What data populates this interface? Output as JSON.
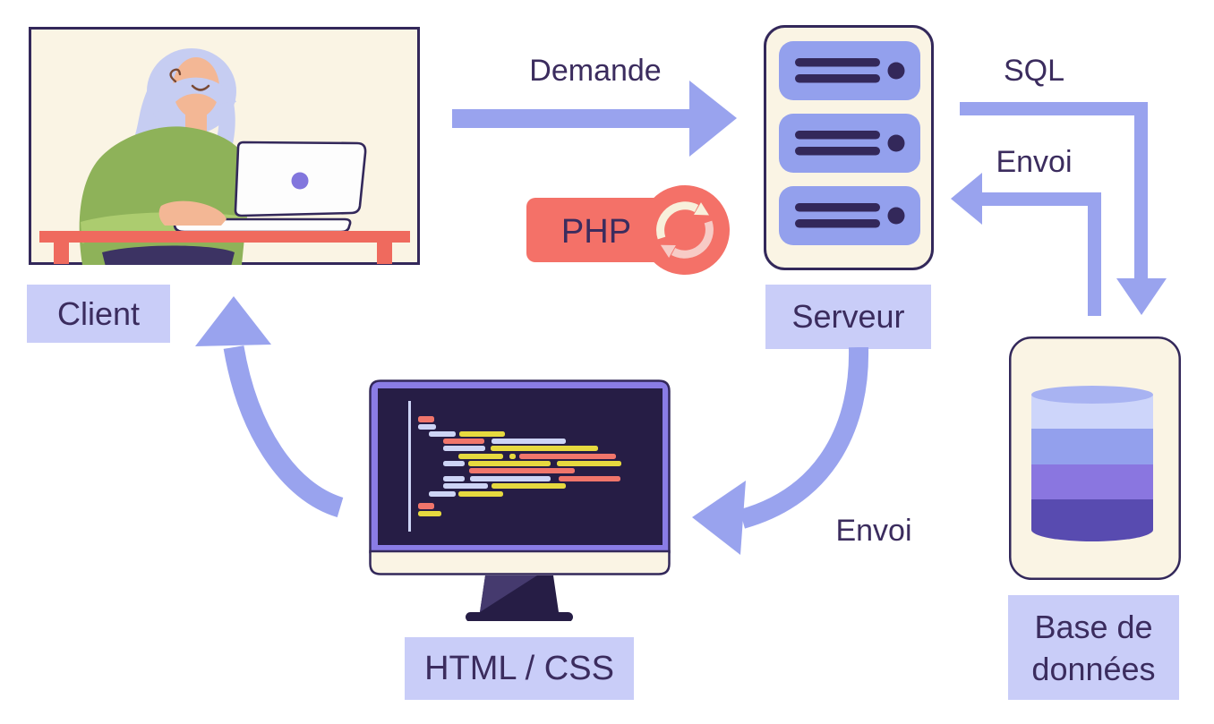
{
  "diagram": {
    "nodes": {
      "client": {
        "label": "Client"
      },
      "server": {
        "label": "Serveur"
      },
      "database": {
        "label_line1": "Base de",
        "label_line2": "données"
      },
      "frontend": {
        "label": "HTML / CSS"
      }
    },
    "flows": {
      "request": {
        "label": "Demande"
      },
      "sql": {
        "label": "SQL"
      },
      "envoi_db_to_server": {
        "label": "Envoi"
      },
      "envoi_server_to_frontend": {
        "label": "Envoi"
      }
    },
    "badge": {
      "php": "PHP"
    },
    "colors": {
      "arrow": "#99a3ee",
      "label_background": "#c9cdf8",
      "text": "#3b2c5e",
      "outline": "#33285a",
      "panel_cream": "#faf4e4",
      "server_slot": "#93a0ed",
      "php_badge": "#f47168",
      "desk_salmon": "#ef6a5e",
      "monitor_frame": "#8a7ce5",
      "monitor_screen": "#261d45",
      "code_yellow": "#e6d93f",
      "code_lavender": "#cdd4f5",
      "code_salmon": "#f0756b",
      "database_bands": [
        "#a8b3f2",
        "#cdd5fa",
        "#93a0ed",
        "#8a76e0",
        "#584bb0"
      ]
    },
    "icons": {
      "client": "person-at-laptop-illustration",
      "server": "server-rack-icon",
      "database": "database-cylinder-icon",
      "frontend": "monitor-code-icon",
      "php": "refresh-icon"
    }
  }
}
